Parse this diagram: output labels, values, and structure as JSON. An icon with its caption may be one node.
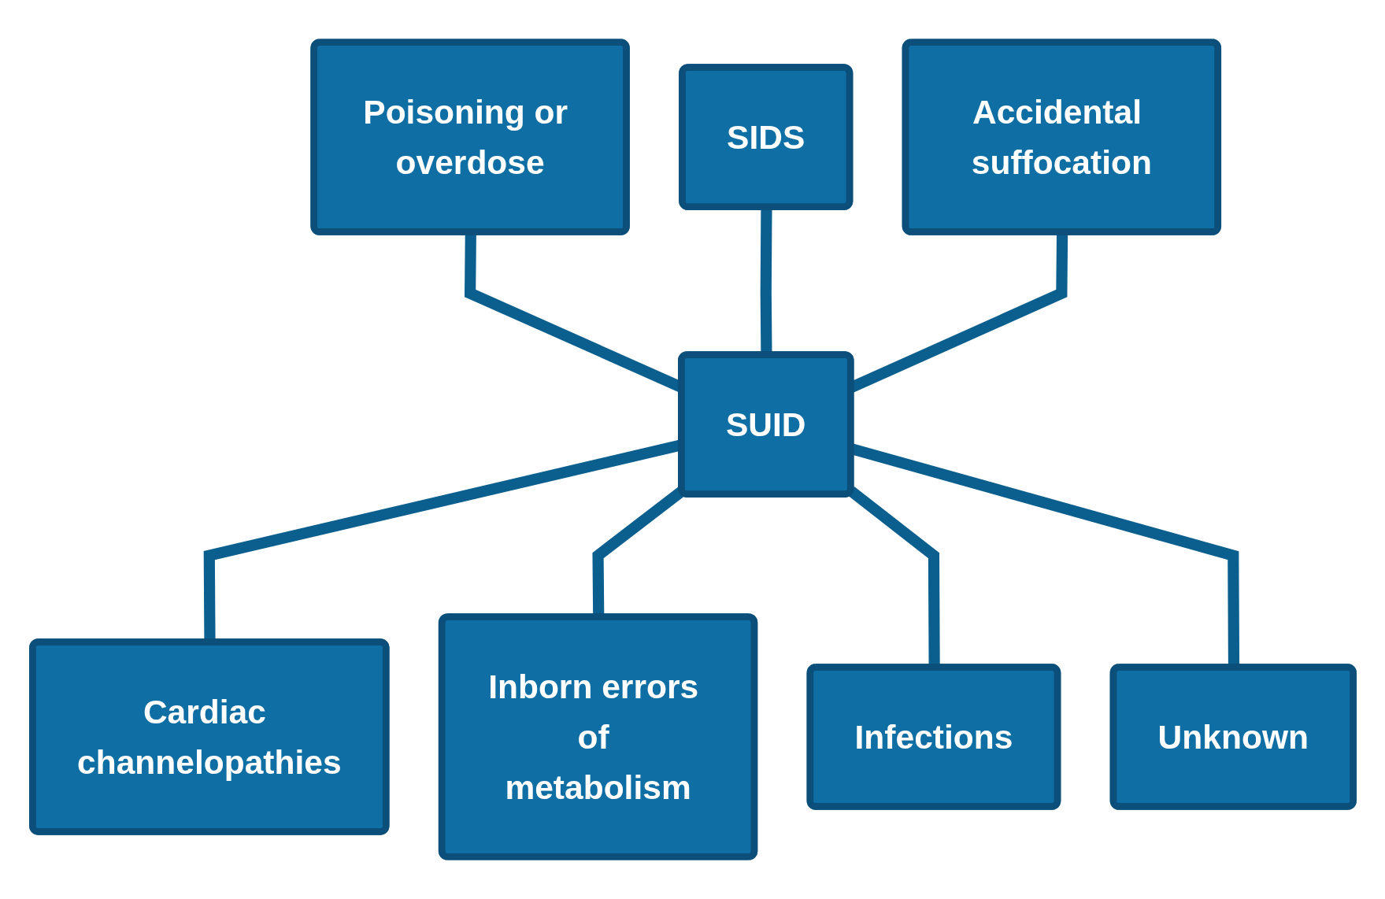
{
  "diagram": {
    "nodes": [
      {
        "text": [
          "SIDS"
        ]
      },
      {
        "text": [
          "Poisoning or overdose"
        ]
      },
      {
        "text": [
          "Accidental suffocation"
        ]
      },
      {
        "text": [
          "SUID"
        ]
      },
      {
        "text": [
          "Cardiac channelopathies"
        ]
      },
      {
        "text": [
          "Unknown"
        ]
      },
      {
        "text": [
          "Inborn errors of metabolism"
        ]
      },
      {
        "text": [
          "Infections"
        ]
      }
    ],
    "edges": [
      {
        "from": 1,
        "to": 3,
        "arrow": "none"
      },
      {
        "from": 0,
        "to": 3,
        "arrow": "none"
      },
      {
        "from": 2,
        "to": 3,
        "arrow": "none"
      },
      {
        "from": 3,
        "to": 4,
        "arrow": "none"
      },
      {
        "from": 3,
        "to": 6,
        "arrow": "none"
      },
      {
        "from": 3,
        "to": 7,
        "arrow": "none"
      },
      {
        "from": 3,
        "to": 5,
        "arrow": "none"
      }
    ]
  }
}
